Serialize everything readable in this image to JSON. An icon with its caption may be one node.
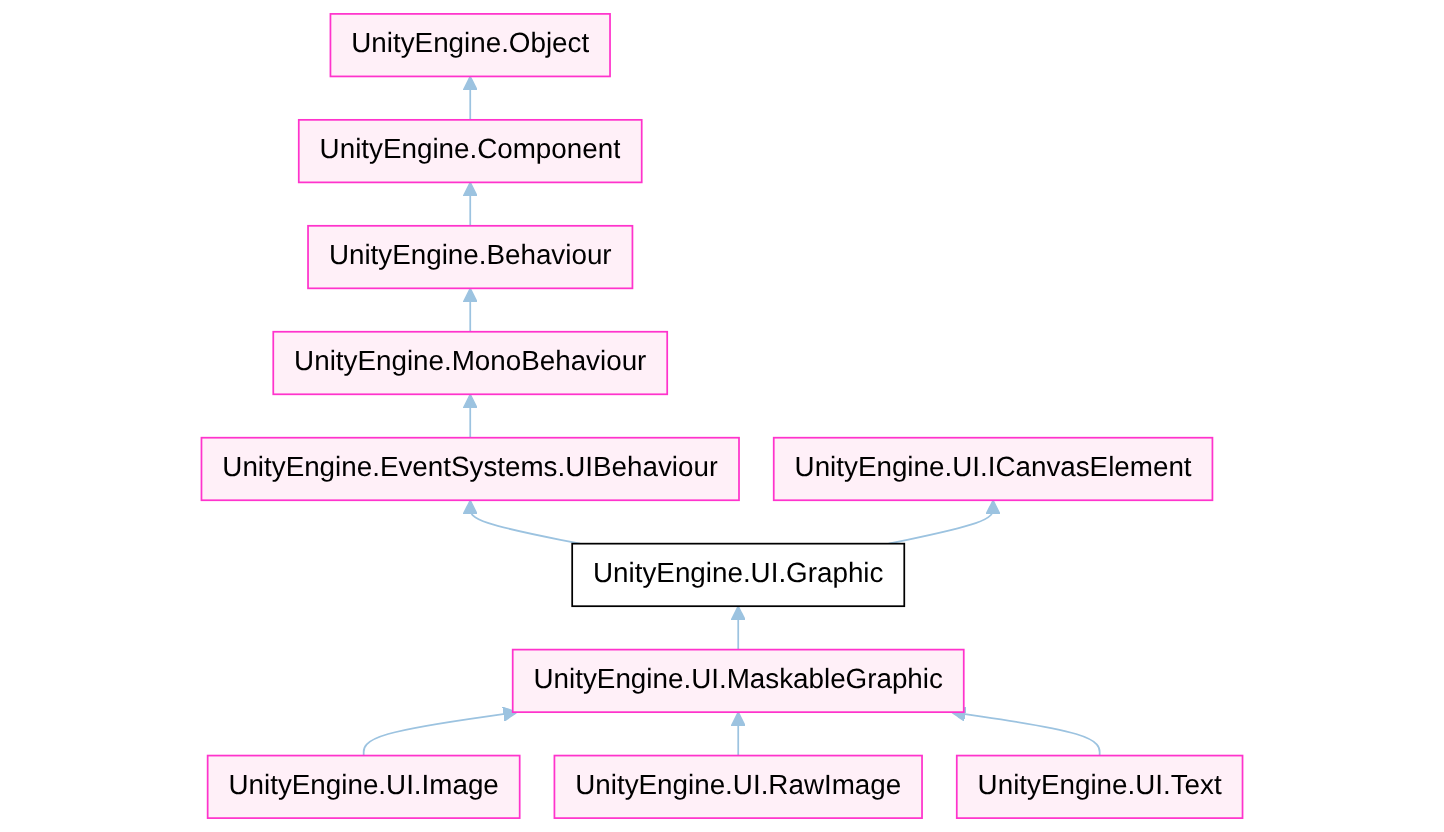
{
  "diagram": {
    "nodes": [
      {
        "text": [
          "UnityEngine.Object"
        ]
      },
      {
        "text": [
          "UnityEngine.Component"
        ]
      },
      {
        "text": [
          "UnityEngine.Behaviour"
        ]
      },
      {
        "text": [
          "UnityEngine.MonoBehaviour"
        ]
      },
      {
        "text": [
          "UnityEngine.EventSystems.UIBehaviour"
        ]
      },
      {
        "text": [
          "UnityEngine.UI.ICanvasElement"
        ]
      },
      {
        "text": [
          "UnityEngine.UI.Graphic"
        ]
      },
      {
        "text": [
          "UnityEngine.UI.MaskableGraphic"
        ]
      },
      {
        "text": [
          "UnityEngine.UI.Image"
        ]
      },
      {
        "text": [
          "UnityEngine.UI.RawImage"
        ]
      },
      {
        "text": [
          "UnityEngine.UI.Text"
        ]
      }
    ],
    "edges": [
      {
        "from": 1,
        "to": 0,
        "arrow": "to"
      },
      {
        "from": 2,
        "to": 1,
        "arrow": "to"
      },
      {
        "from": 3,
        "to": 2,
        "arrow": "to"
      },
      {
        "from": 4,
        "to": 3,
        "arrow": "to"
      },
      {
        "from": 6,
        "to": 4,
        "arrow": "to"
      },
      {
        "from": 6,
        "to": 5,
        "arrow": "to"
      },
      {
        "from": 7,
        "to": 6,
        "arrow": "to"
      },
      {
        "from": 8,
        "to": 7,
        "arrow": "to"
      },
      {
        "from": 9,
        "to": 7,
        "arrow": "to"
      },
      {
        "from": 10,
        "to": 7,
        "arrow": "to"
      }
    ]
  }
}
